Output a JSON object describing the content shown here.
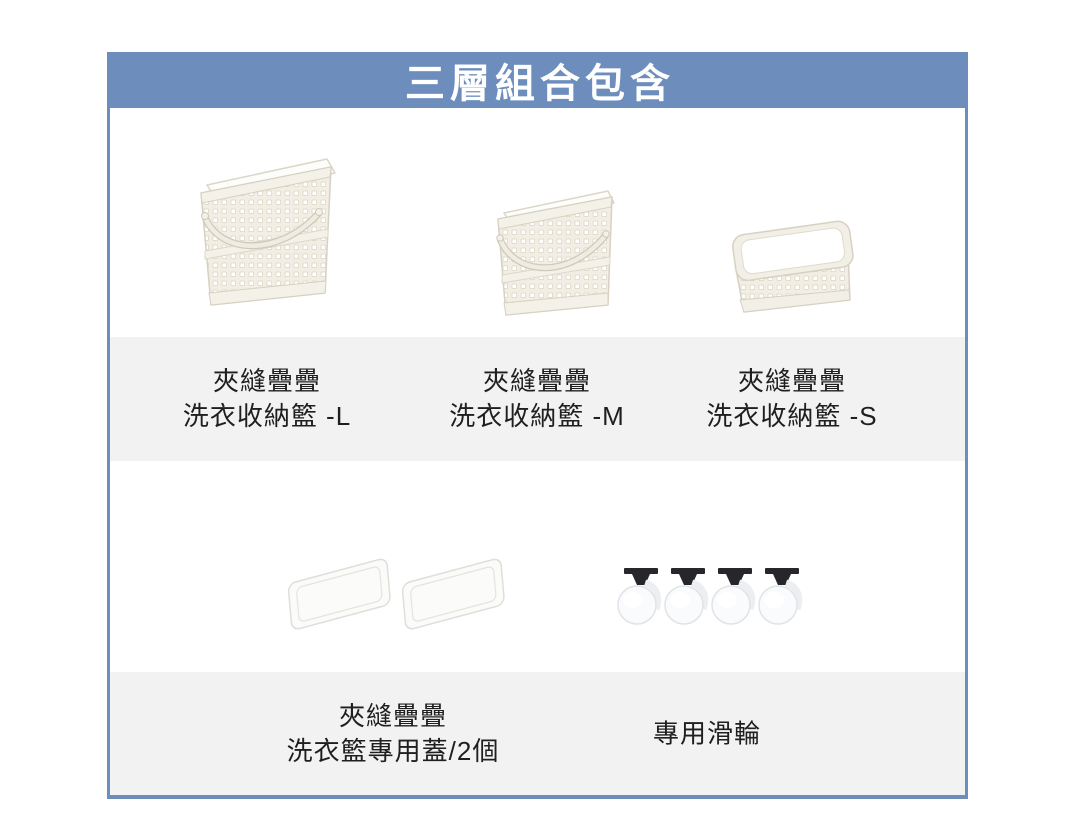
{
  "header": {
    "title": "三層組合包含"
  },
  "colors": {
    "accent_blue": "#6d8ebd",
    "band_gray": "#f2f2f2",
    "title_white": "#ffffff",
    "label_text": "#1f1f1f",
    "basket_cream": "#f2eee3",
    "caster_black": "#26262b"
  },
  "sections": {
    "baskets": {
      "items": [
        {
          "label_line1": "夾縫疊疊",
          "label_line2": "洗衣收納籃 -L",
          "image": "laundry-basket-large-icon"
        },
        {
          "label_line1": "夾縫疊疊",
          "label_line2": "洗衣收納籃 -M",
          "image": "laundry-basket-medium-icon"
        },
        {
          "label_line1": "夾縫疊疊",
          "label_line2": "洗衣收納籃 -S",
          "image": "laundry-basket-small-icon"
        }
      ]
    },
    "accessories": {
      "items": [
        {
          "label_line1": "夾縫疊疊",
          "label_line2": "洗衣籃專用蓋/2個",
          "image": "basket-lids-icon"
        },
        {
          "label_line1": "專用滑輪",
          "label_line2": "",
          "image": "casters-icon"
        }
      ]
    }
  }
}
